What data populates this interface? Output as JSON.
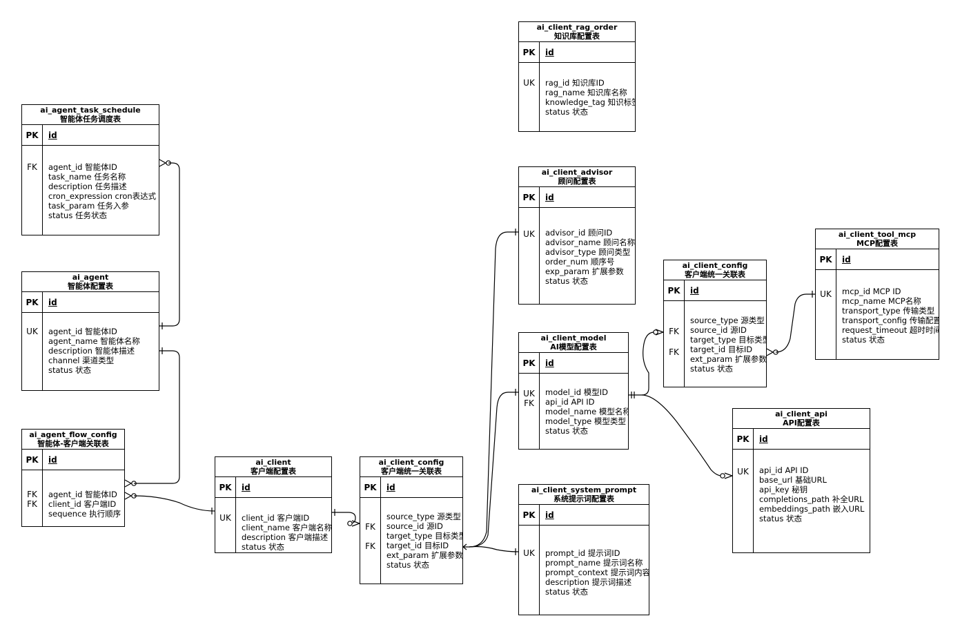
{
  "tables": {
    "task_schedule": {
      "name": "ai_agent_task_schedule",
      "subtitle": "智能体任务调度表",
      "pk_key": "PK",
      "pk_field": "id",
      "keys": [
        "FK"
      ],
      "fields": [
        "agent_id  智能体ID",
        "task_name 任务名称",
        "description 任务描述",
        "cron_expression  cron表达式",
        "task_param  任务入参",
        "status  任务状态"
      ]
    },
    "agent": {
      "name": "ai_agent",
      "subtitle": "智能体配置表",
      "pk_key": "PK",
      "pk_field": "id",
      "keys": [
        "UK"
      ],
      "fields": [
        "agent_id  智能体ID",
        "agent_name 智能体名称",
        "description  智能体描述",
        "channel  渠道类型",
        "status  状态"
      ]
    },
    "flow_config": {
      "name": "ai_agent_flow_config",
      "subtitle": "智能体-客户端关联表",
      "pk_key": "PK",
      "pk_field": "id",
      "keys": [
        "FK",
        "FK"
      ],
      "fields": [
        "agent_id 智能体ID",
        "client_id  客户端ID",
        "sequence 执行顺序"
      ]
    },
    "client": {
      "name": "ai_client",
      "subtitle": "客户端配置表",
      "pk_key": "PK",
      "pk_field": "id",
      "keys": [
        "UK"
      ],
      "fields": [
        "client_id 客户端ID",
        "client_name 客户端名称",
        "description  客户端描述",
        "status  状态"
      ]
    },
    "client_config_a": {
      "name": "ai_client_config",
      "subtitle": "客户端统一关联表",
      "pk_key": "PK",
      "pk_field": "id",
      "keys": [
        "FK",
        "FK"
      ],
      "fields": [
        "source_type 源类型",
        "source_id  源ID",
        "target_type 目标类型",
        "target_id  目标ID",
        "ext_param 扩展参数",
        "status  状态"
      ]
    },
    "rag_order": {
      "name": "ai_client_rag_order",
      "subtitle": "知识库配置表",
      "pk_key": "PK",
      "pk_field": "id",
      "keys": [
        "UK"
      ],
      "fields": [
        "rag_id  知识库ID",
        "rag_name  知识库名称",
        "knowledge_tag  知识标签",
        "status  状态"
      ]
    },
    "advisor": {
      "name": "ai_client_advisor",
      "subtitle": "顾问配置表",
      "pk_key": "PK",
      "pk_field": "id",
      "keys": [
        "UK"
      ],
      "fields": [
        "advisor_id  顾问ID",
        "advisor_name  顾问名称",
        "advisor_type  顾问类型",
        "order_num   顺序号",
        "exp_param  扩展参数",
        "status  状态"
      ]
    },
    "model": {
      "name": "ai_client_model",
      "subtitle": "AI模型配置表",
      "pk_key": "PK",
      "pk_field": "id",
      "keys": [
        "UK",
        "FK"
      ],
      "fields": [
        "model_id  模型ID",
        "api_id  API ID",
        "model_name 模型名称",
        "model_type 模型类型",
        "status  状态"
      ]
    },
    "system_prompt": {
      "name": "ai_client_system_prompt",
      "subtitle": "系统提示词配置表",
      "pk_key": "PK",
      "pk_field": "id",
      "keys": [
        "UK"
      ],
      "fields": [
        "prompt_id  提示词ID",
        "prompt_name  提示词名称",
        "prompt_context  提示词内容",
        "description  提示词描述",
        "status  状态"
      ]
    },
    "client_config_b": {
      "name": "ai_client_config",
      "subtitle": "客户端统一关联表",
      "pk_key": "PK",
      "pk_field": "id",
      "keys": [
        "FK",
        "FK"
      ],
      "fields": [
        "source_type  源类型",
        "source_id  源ID",
        "target_type  目标类型",
        "target_id  目标ID",
        "ext_param 扩展参数",
        "status  状态"
      ]
    },
    "tool_mcp": {
      "name": "ai_client_tool_mcp",
      "subtitle": "MCP配置表",
      "pk_key": "PK",
      "pk_field": "id",
      "keys": [
        "UK"
      ],
      "fields": [
        "mcp_id  MCP ID",
        "mcp_name  MCP名称",
        "transport_type  传输类型",
        "transport_config  传输配置",
        "request_timeout  超时时间",
        "status  状态"
      ]
    },
    "api": {
      "name": "ai_client_api",
      "subtitle": "API配置表",
      "pk_key": "PK",
      "pk_field": "id",
      "keys": [
        "UK"
      ],
      "fields": [
        "api_id  API ID",
        "base_url  基础URL",
        "api_key  秘钥",
        "completions_path  补全URL",
        "embeddings_path  嵌入URL",
        "status  状态"
      ]
    }
  },
  "relationships": [
    {
      "from": "task_schedule",
      "to": "agent",
      "from_end": "zero-or-many",
      "to_end": "exactly-one"
    },
    {
      "from": "flow_config",
      "to": "agent",
      "from_end": "zero-or-many",
      "to_end": "exactly-one"
    },
    {
      "from": "flow_config",
      "to": "client",
      "from_end": "zero-or-many",
      "to_end": "exactly-one"
    },
    {
      "from": "client",
      "to": "client_config_a",
      "from_end": "exactly-one",
      "to_end": "zero-or-many"
    },
    {
      "from": "client_config_a",
      "to": "advisor",
      "from_end": "many",
      "to_end": "exactly-one"
    },
    {
      "from": "client_config_a",
      "to": "model",
      "from_end": "many",
      "to_end": "exactly-one"
    },
    {
      "from": "client_config_a",
      "to": "system_prompt",
      "from_end": "many",
      "to_end": "exactly-one"
    },
    {
      "from": "model",
      "to": "client_config_b",
      "from_end": "exactly-one",
      "to_end": "zero-or-many"
    },
    {
      "from": "model",
      "to": "api",
      "from_end": "exactly-one",
      "to_end": "zero-or-many"
    },
    {
      "from": "client_config_b",
      "to": "tool_mcp",
      "from_end": "zero-or-many",
      "to_end": "exactly-one"
    }
  ]
}
